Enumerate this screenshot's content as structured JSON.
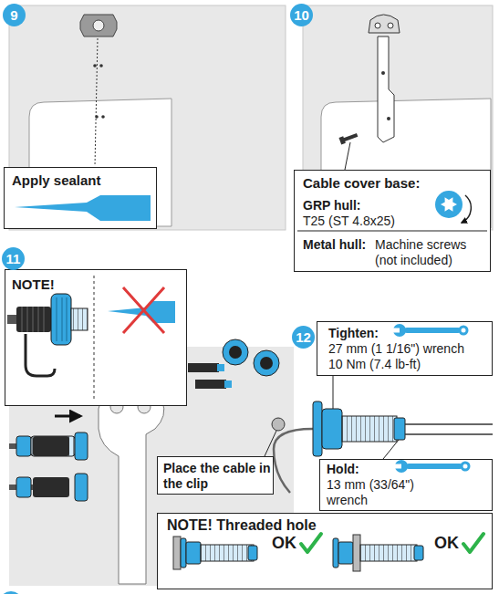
{
  "diagram": {
    "nodes": [
      {
        "text": [
          "9"
        ]
      },
      {
        "text": [
          "Apply sealant"
        ]
      },
      {
        "text": [
          "10"
        ]
      },
      {
        "text": [
          "Cable cover base:",
          "GRP hull:",
          "T25 (ST 4.8x25)",
          "Metal hull:",
          "Machine screws (not included)"
        ]
      },
      {
        "text": [
          "11"
        ]
      },
      {
        "text": [
          "NOTE!"
        ]
      },
      {
        "text": [
          "12"
        ]
      },
      {
        "text": [
          "Tighten:",
          "27 mm (1 1/16\") wrench",
          "10 Nm (7.4 lb-ft)"
        ]
      },
      {
        "text": [
          "Place the cable in the clip"
        ]
      },
      {
        "text": [
          "Hold:",
          "13 mm (33/64\") wrench"
        ]
      },
      {
        "text": [
          "NOTE! Threaded hole"
        ]
      }
    ],
    "labels": [
      "OK",
      "OK"
    ]
  }
}
